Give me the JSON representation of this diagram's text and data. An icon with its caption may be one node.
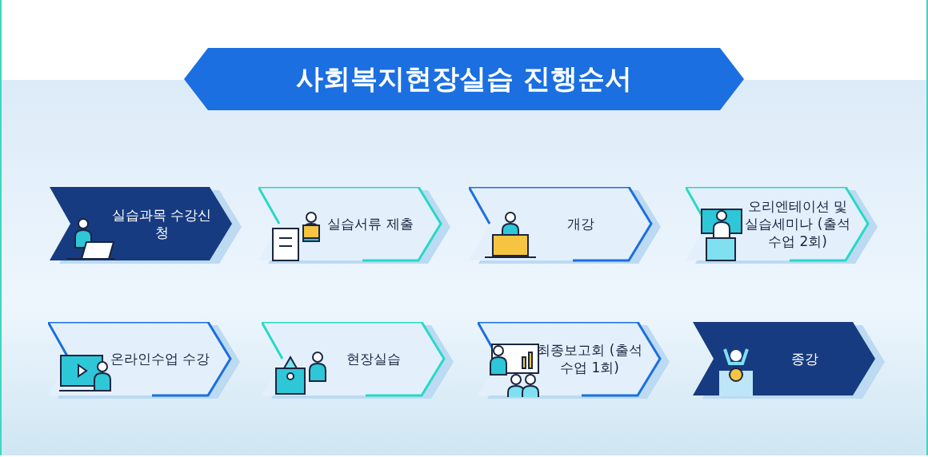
{
  "diagram": {
    "title": "사회복지현장실습 진행순서",
    "nodes": [
      {
        "text": [
          "실습과목 수강신청"
        ]
      },
      {
        "text": [
          "실습서류 제출"
        ]
      },
      {
        "text": [
          "개강"
        ]
      },
      {
        "text": [
          "오리엔테이션 및 실습세미나 (출석수업 2회)"
        ]
      },
      {
        "text": [
          "온라인수업 수강"
        ]
      },
      {
        "text": [
          "현장실습"
        ]
      },
      {
        "text": [
          "최종보고회 (출석수업 1회)"
        ]
      },
      {
        "text": [
          "종강"
        ]
      }
    ]
  }
}
